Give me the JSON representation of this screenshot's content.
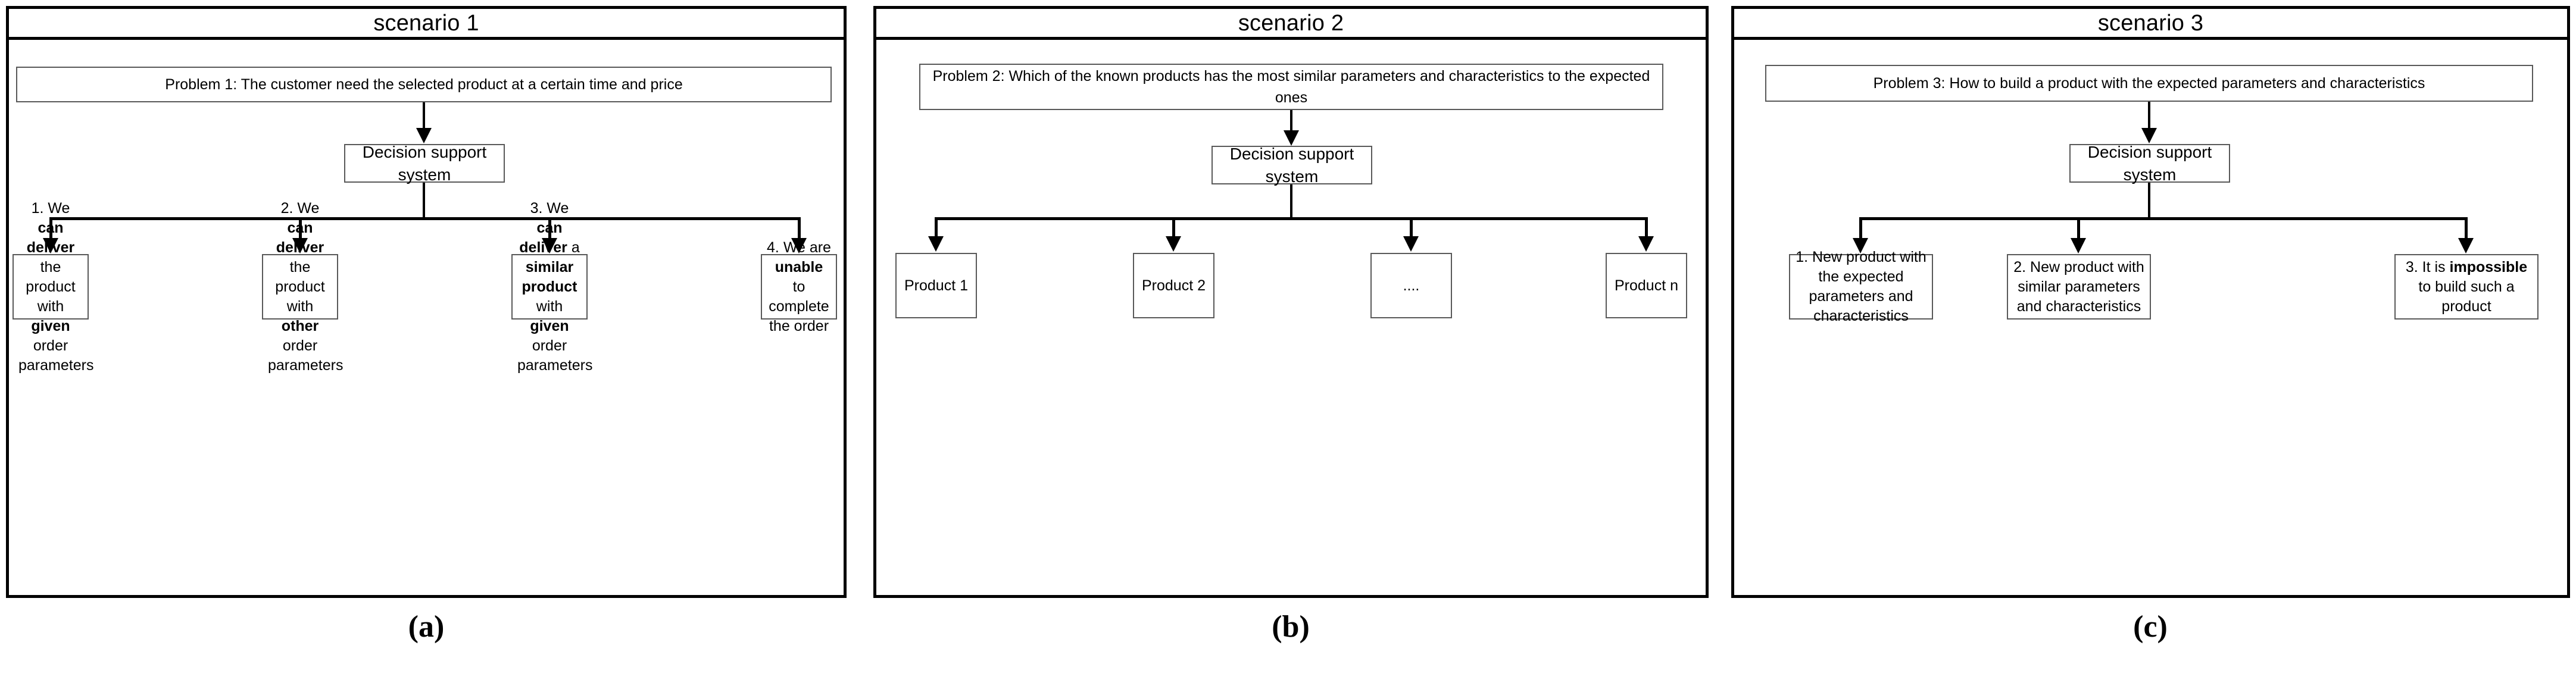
{
  "figure": {
    "panels": [
      {
        "id": "a",
        "caption": "(a)",
        "title": "scenario 1",
        "problem": "Problem 1: The customer need the selected product at a certain time and price",
        "hub": "Decision support system",
        "hub_lines": [
          "Decision support",
          "system"
        ],
        "outcomes": [
          {
            "label": "1. We can deliver the product with given order parameters",
            "segments": [
              {
                "t": "1. We ",
                "b": false
              },
              {
                "t": "can deliver",
                "b": true
              },
              {
                "t": " the product with ",
                "b": false
              },
              {
                "t": "given",
                "b": true
              },
              {
                "t": " order parameters",
                "b": false
              }
            ]
          },
          {
            "label": "2. We can deliver the product with other order parameters",
            "segments": [
              {
                "t": "2. We ",
                "b": false
              },
              {
                "t": "can deliver",
                "b": true
              },
              {
                "t": " the product with ",
                "b": false
              },
              {
                "t": "other",
                "b": true
              },
              {
                "t": " order parameters",
                "b": false
              }
            ]
          },
          {
            "label": "3. We can deliver a similar product with given order parameters",
            "segments": [
              {
                "t": "3. We ",
                "b": false
              },
              {
                "t": "can deliver",
                "b": true
              },
              {
                "t": " a ",
                "b": false
              },
              {
                "t": "similar product",
                "b": true
              },
              {
                "t": " with ",
                "b": false
              },
              {
                "t": "given",
                "b": true
              },
              {
                "t": " order parameters",
                "b": false
              }
            ]
          },
          {
            "label": "4. We are unable to complete the order",
            "segments": [
              {
                "t": "4. We are ",
                "b": false
              },
              {
                "t": "unable",
                "b": true
              },
              {
                "t": " to complete the order",
                "b": false
              }
            ]
          }
        ]
      },
      {
        "id": "b",
        "caption": "(b)",
        "title": "scenario 2",
        "problem": "Problem 2: Which of the known products has the most similar parameters and characteristics to the expected ones",
        "hub": "Decision support system",
        "hub_lines": [
          "Decision support",
          "system"
        ],
        "outcomes": [
          {
            "label": "Product 1",
            "segments": [
              {
                "t": "Product 1",
                "b": false
              }
            ]
          },
          {
            "label": "Product 2",
            "segments": [
              {
                "t": "Product 2",
                "b": false
              }
            ]
          },
          {
            "label": "....",
            "segments": [
              {
                "t": "....",
                "b": false
              }
            ]
          },
          {
            "label": "Product n",
            "segments": [
              {
                "t": "Product n",
                "b": false
              }
            ]
          }
        ]
      },
      {
        "id": "c",
        "caption": "(c)",
        "title": "scenario 3",
        "problem": "Problem 3: How to build a product with the expected parameters and characteristics",
        "hub": "Decision support system",
        "hub_lines": [
          "Decision support",
          "system"
        ],
        "outcomes": [
          {
            "label": "1. New product with the expected parameters and characteristics",
            "segments": [
              {
                "t": "1. New product with the expected parameters and characteristics",
                "b": false
              }
            ]
          },
          {
            "label": "2. New product with similar parameters and characteristics",
            "segments": [
              {
                "t": "2. New product with similar parameters and characteristics",
                "b": false
              }
            ]
          },
          {
            "label": "3. It is impossible to build such a product",
            "segments": [
              {
                "t": "3. It is ",
                "b": false
              },
              {
                "t": "impossible",
                "b": true
              },
              {
                "t": " to build such a product",
                "b": false
              }
            ]
          }
        ]
      }
    ],
    "colors": {
      "frame": "#000000",
      "node_border": "#595959",
      "connector": "#000000",
      "background": "#ffffff",
      "text": "#000000"
    }
  }
}
